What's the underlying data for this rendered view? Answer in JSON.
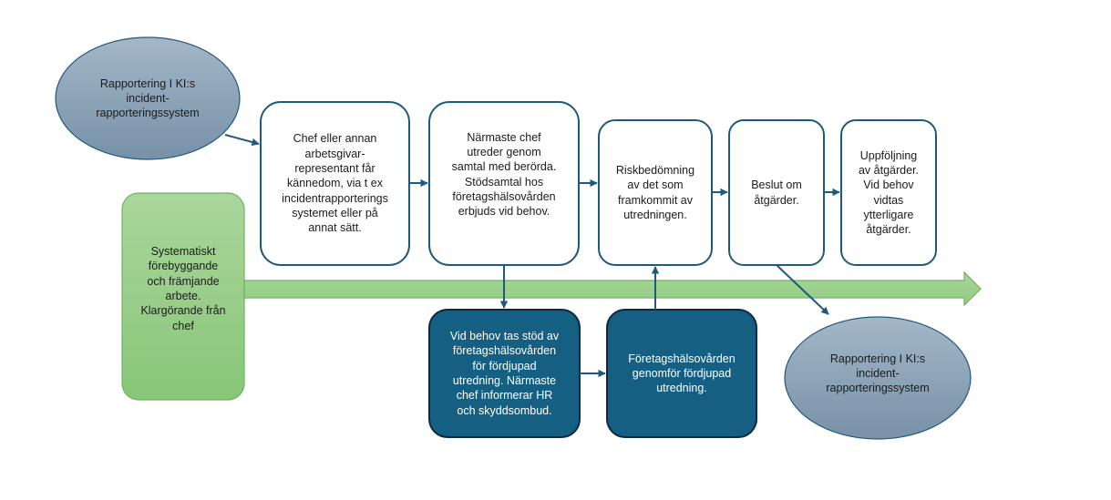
{
  "diagram": {
    "colors": {
      "box_stroke": "#1f5a7d",
      "box_fill": "#ffffff",
      "dark_fill": "#156082",
      "dark_stroke": "#0e2841",
      "ellipse_top": "#9fb4c4",
      "ellipse_bottom": "#7a93a9",
      "ellipse_stroke": "#1f5a7d",
      "green_top": "#a8d59a",
      "green_bottom": "#8ac87a",
      "green_stroke": "#6fb35e",
      "connector": "#1f5a7d"
    },
    "nodes": {
      "report_start": "Rapportering I KI:s\nincident-\nrapporteringssystem",
      "step1": "Chef eller annan\narbetsgivar-\nrepresentant får\nkännedom, via t ex\nincidentrapporterings\nsystemet eller på\nannat sätt.",
      "step2": "Närmaste chef\nutreder genom\nsamtal med berörda.\nStödsamtal hos\nföretagshälsovården\nerbjuds vid behov.",
      "step3": "Riskbedömning\nav det som\nframkommit av\nutredningen.",
      "step4": "Beslut om\nåtgärder.",
      "step5": "Uppföljning\nav åtgärder.\nVid behov\nvidtas\nytterligare\nåtgärder.",
      "prevention": "Systematiskt\nförebyggande\noch främjande\narbete.\nKlargörande från\nchef",
      "sub1": "Vid behov tas stöd av\nföretagshälsovården\nför fördjupad\nutredning. Närmaste\nchef informerar HR\noch skyddsombud.",
      "sub2": "Företagshälsovården\ngenomför fördjupad\nutredning.",
      "report_end": "Rapportering I KI:s\nincident-\nrapporteringssystem"
    },
    "edges": [
      {
        "from": "report_start",
        "to": "step1"
      },
      {
        "from": "step1",
        "to": "step2"
      },
      {
        "from": "step2",
        "to": "step3"
      },
      {
        "from": "step3",
        "to": "step4"
      },
      {
        "from": "step4",
        "to": "step5"
      },
      {
        "from": "step2",
        "to": "sub1"
      },
      {
        "from": "sub1",
        "to": "sub2"
      },
      {
        "from": "sub2",
        "to": "step3"
      },
      {
        "from": "step4",
        "to": "report_end"
      }
    ]
  }
}
